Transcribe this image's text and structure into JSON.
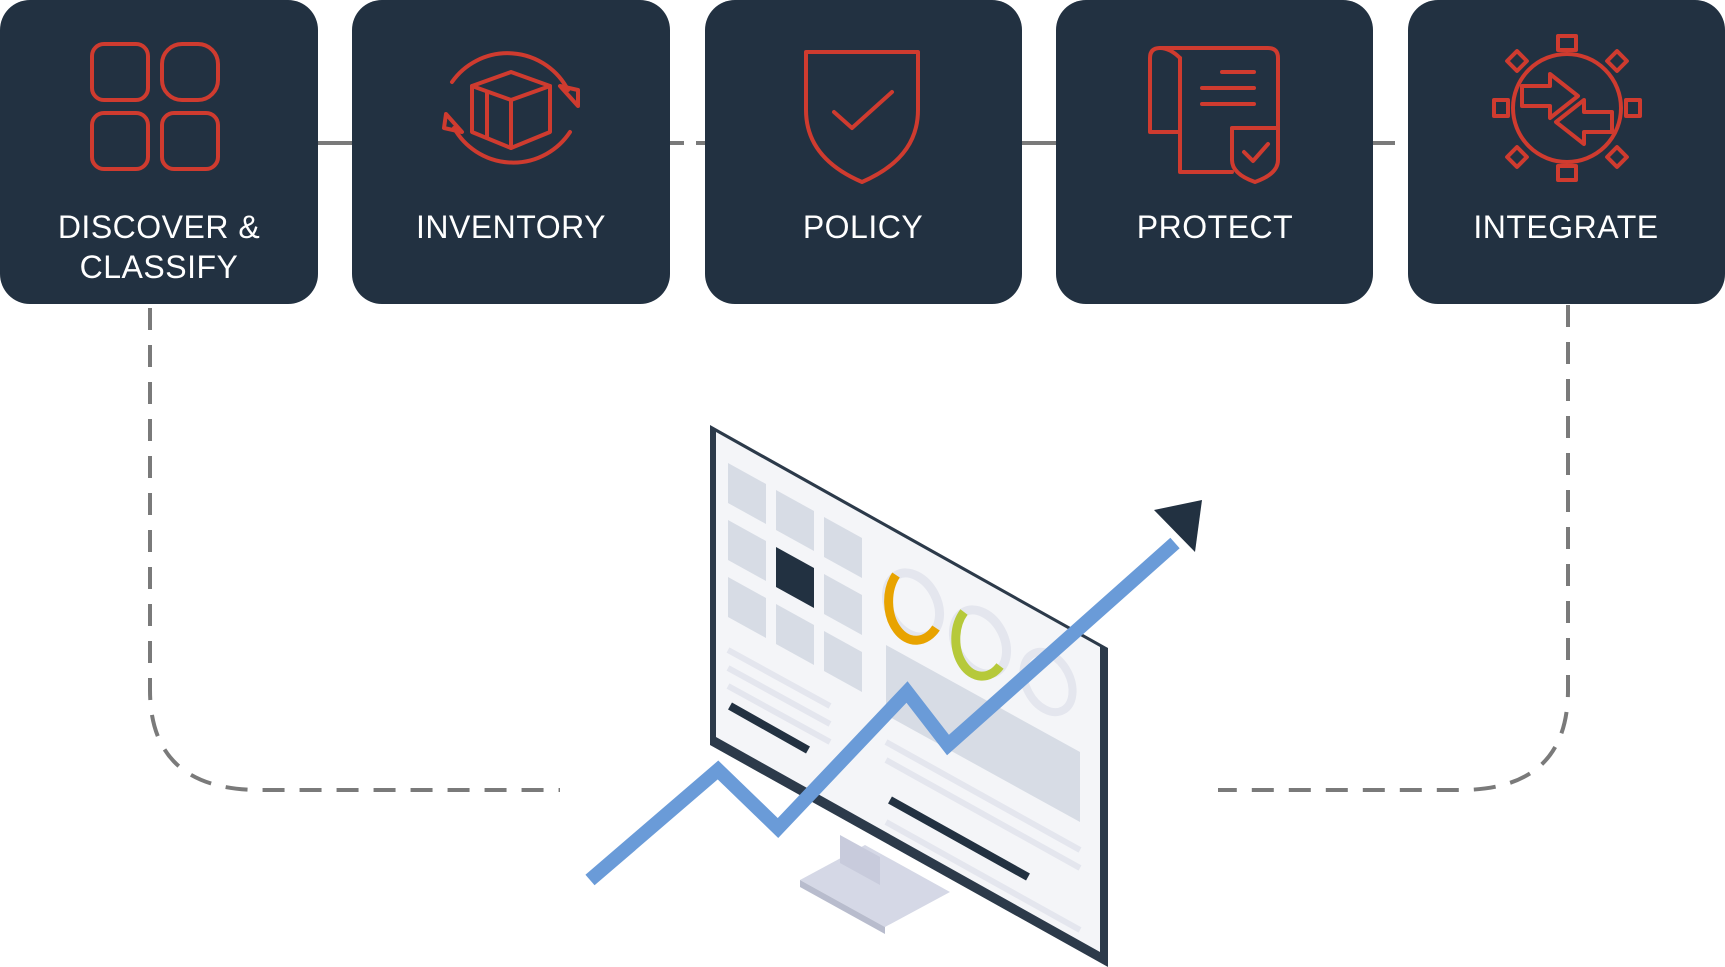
{
  "colors": {
    "box_fill": "#223141",
    "accent": "#cf3b2f",
    "label_text": "#ffffff",
    "connector": "#7a7a7a",
    "trend_line": "#6a9bd8",
    "arrow_head": "#223141",
    "monitor_frame": "#2c3a4a",
    "tile": "#d7dce5",
    "donut_orange": "#e8a300",
    "donut_green": "#b6c93a",
    "donut_grey": "#e4e6ee"
  },
  "steps": [
    {
      "id": "discover",
      "label_line1": "DISCOVER &",
      "label_line2": "CLASSIFY",
      "icon": "grid-icon"
    },
    {
      "id": "inventory",
      "label_line1": "INVENTORY",
      "label_line2": "",
      "icon": "box-cycle-icon"
    },
    {
      "id": "policy",
      "label_line1": "POLICY",
      "label_line2": "",
      "icon": "shield-check-icon"
    },
    {
      "id": "protect",
      "label_line1": "PROTECT",
      "label_line2": "",
      "icon": "document-shield-icon"
    },
    {
      "id": "integrate",
      "label_line1": "INTEGRATE",
      "label_line2": "",
      "icon": "gear-arrows-icon"
    }
  ],
  "dashboard": {
    "icon": "monitor-dashboard-icon",
    "trend": "trend-arrow-icon"
  }
}
